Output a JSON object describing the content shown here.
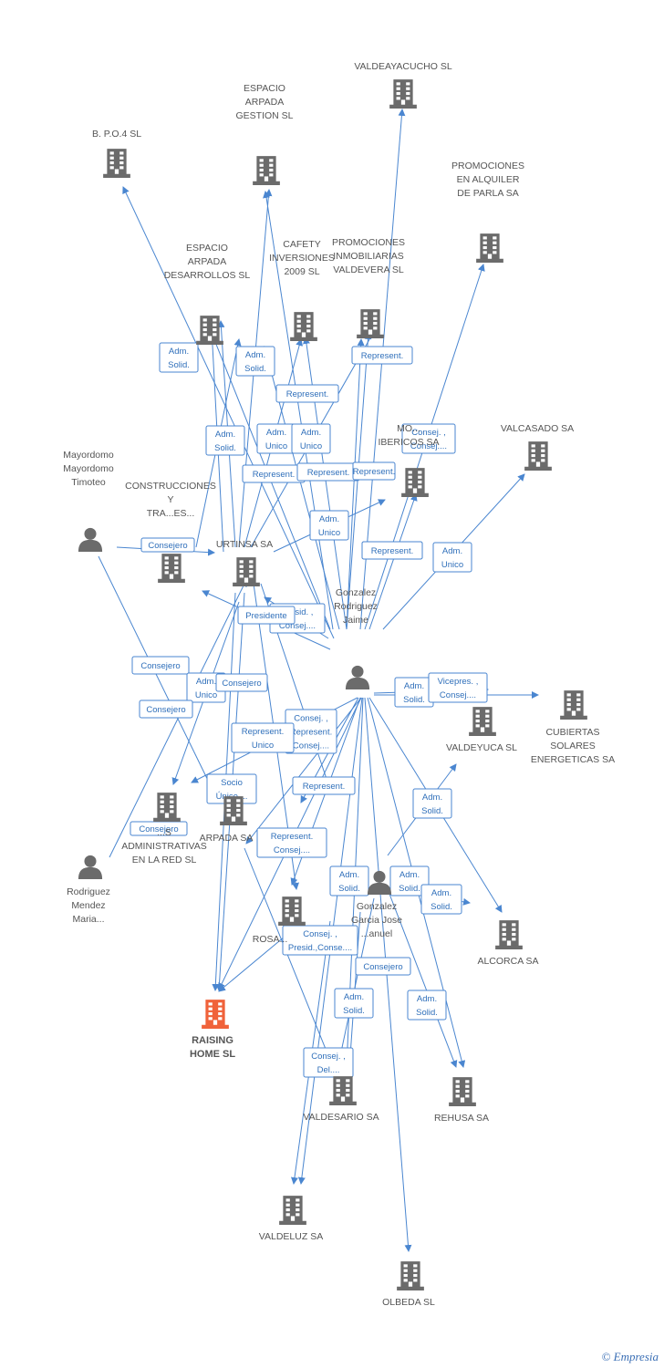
{
  "colors": {
    "edge": "#4a86d0",
    "building": "#6b6b6b",
    "highlight": "#f0623a",
    "person": "#6b6b6b"
  },
  "companies": [
    {
      "id": "valdeayacucho",
      "lines": [
        "VALDEAYACUCHO SL"
      ],
      "icon": "building-icon"
    },
    {
      "id": "bpo4",
      "lines": [
        "B. P.O.4 SL"
      ],
      "icon": "building-icon"
    },
    {
      "id": "espacio_gestion",
      "lines": [
        "ESPACIO",
        "ARPADA",
        "GESTION SL"
      ],
      "icon": "building-icon"
    },
    {
      "id": "promociones_parla",
      "lines": [
        "PROMOCIONES",
        "EN ALQUILER",
        "DE PARLA SA"
      ],
      "icon": "building-icon"
    },
    {
      "id": "espacio_desarrollos",
      "lines": [
        "ESPACIO",
        "ARPADA",
        "DESARROLLOS SL"
      ],
      "icon": "building-icon"
    },
    {
      "id": "cafety",
      "lines": [
        "CAFETY",
        "INVERSIONES",
        "2009 SL"
      ],
      "icon": "building-icon"
    },
    {
      "id": "promociones_valdevera",
      "lines": [
        "PROMOCIONES",
        "INMOBILIARIAS",
        "VALDEVERA SL"
      ],
      "icon": "building-icon"
    },
    {
      "id": "valcasado",
      "lines": [
        "VALCASADO SA"
      ],
      "icon": "building-icon"
    },
    {
      "id": "mo_ibericos",
      "lines": [
        "MO...",
        "IBERICOS SA"
      ],
      "icon": "building-icon"
    },
    {
      "id": "construcciones",
      "lines": [
        "CONSTRUCCIONES",
        "Y",
        "TRA...ES..."
      ],
      "icon": "building-icon"
    },
    {
      "id": "urtinsa",
      "lines": [
        "URTINSA SA"
      ],
      "icon": "building-icon"
    },
    {
      "id": "cubiertas",
      "lines": [
        "CUBIERTAS",
        "SOLARES",
        "ENERGETICAS SA"
      ],
      "icon": "building-icon"
    },
    {
      "id": "valdeyuca",
      "lines": [
        "VALDEYUCA SL"
      ],
      "icon": "building-icon"
    },
    {
      "id": "administrativas",
      "lines": [
        "...S",
        "ADMINISTRATIVAS",
        "EN LA RED SL"
      ],
      "icon": "building-icon"
    },
    {
      "id": "arpada_sa",
      "lines": [
        "ARPADA SA"
      ],
      "icon": "building-icon"
    },
    {
      "id": "rosa",
      "lines": [
        "ROSA..."
      ],
      "icon": "building-icon"
    },
    {
      "id": "alcorca",
      "lines": [
        "ALCORCA SA"
      ],
      "icon": "building-icon"
    },
    {
      "id": "raising_home",
      "lines": [
        "RAISING",
        "HOME SL"
      ],
      "icon": "building-icon",
      "main": true
    },
    {
      "id": "valdesario",
      "lines": [
        "VALDESARIO SA"
      ],
      "icon": "building-icon"
    },
    {
      "id": "rehusa",
      "lines": [
        "REHUSA SA"
      ],
      "icon": "building-icon"
    },
    {
      "id": "valdeluz",
      "lines": [
        "VALDELUZ SA"
      ],
      "icon": "building-icon"
    },
    {
      "id": "olbeda",
      "lines": [
        "OLBEDA SL"
      ],
      "icon": "building-icon"
    }
  ],
  "people": [
    {
      "id": "mayordomo",
      "lines": [
        "Mayordomo",
        "Mayordomo",
        "Timoteo"
      ],
      "icon": "person-icon"
    },
    {
      "id": "gonzalez_jaime",
      "lines": [
        "Gonzalez",
        "Rodriguez",
        "Jaime"
      ],
      "icon": "person-icon"
    },
    {
      "id": "rodriguez_mendez",
      "lines": [
        "Rodriguez",
        "Mendez",
        "Maria..."
      ],
      "icon": "person-icon"
    },
    {
      "id": "gonzalez_jose",
      "lines": [
        "Gonzalez",
        "Garcia Jose",
        "...anuel"
      ],
      "icon": "person-icon"
    }
  ],
  "edge_labels": [
    [
      "Adm.",
      "Solid."
    ],
    [
      "Adm.",
      "Solid."
    ],
    [
      "Adm.",
      "Solid."
    ],
    [
      "Adm.",
      "Unico"
    ],
    [
      "Adm.",
      "Unico"
    ],
    [
      "Represent."
    ],
    [
      "Represent."
    ],
    [
      "Represent."
    ],
    [
      "Represent."
    ],
    [
      "Represent."
    ],
    [
      "Represent."
    ],
    [
      "Consej. ,",
      "Consej...."
    ],
    [
      "Adm.",
      "Unico"
    ],
    [
      "Represent."
    ],
    [
      "Adm.",
      "Unico"
    ],
    [
      "Consejero"
    ],
    [
      "Presid. ,",
      "Consej...."
    ],
    [
      "Presidente"
    ],
    [
      "Consejero"
    ],
    [
      "Adm.",
      "Unico"
    ],
    [
      "Consejero"
    ],
    [
      "Consejero"
    ],
    [
      "Adm.",
      "Solid."
    ],
    [
      "Vicepres. ,",
      "Consej...."
    ],
    [
      "Consej. ,",
      "Represent.",
      "Consej...."
    ],
    [
      "Represent.",
      "Unico"
    ],
    [
      "Socio",
      "Único,..."
    ],
    [
      "Represent."
    ],
    [
      "Adm.",
      "Solid."
    ],
    [
      "Consejero"
    ],
    [
      "Represent.",
      "Consej...."
    ],
    [
      "Adm.",
      "Solid."
    ],
    [
      "Adm.",
      "Solid."
    ],
    [
      "Adm.",
      "Solid."
    ],
    [
      "Consej. ,",
      "Presid.,Conse...."
    ],
    [
      "Consejero"
    ],
    [
      "Adm.",
      "Solid."
    ],
    [
      "Adm.",
      "Solid."
    ],
    [
      "Consej. ,",
      "Del...."
    ]
  ],
  "footer": {
    "copyright_symbol": "©",
    "brand": "Empresia"
  }
}
